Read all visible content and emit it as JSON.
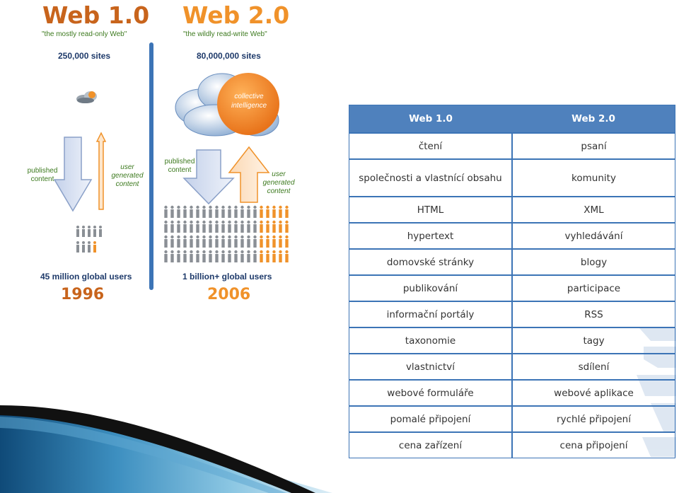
{
  "web1": {
    "title": "Web 1.0",
    "tagline": "\"the mostly read-only Web\"",
    "sites": "250,000 sites",
    "published": "published content",
    "user_generated": "user generated content",
    "users": "45 million global users",
    "year": "1996"
  },
  "web2": {
    "title": "Web 2.0",
    "tagline": "\"the wildly read-write Web\"",
    "sites": "80,000,000 sites",
    "cloud_label": "collective intelligence",
    "published": "published content",
    "user_generated": "user generated content",
    "users": "1 billion+ global users",
    "year": "2006"
  },
  "table": {
    "headers": [
      "Web 1.0",
      "Web 2.0"
    ],
    "rows": [
      [
        "čtení",
        "psaní"
      ],
      [
        "společnosti a vlastnící obsahu",
        "komunity"
      ],
      [
        "HTML",
        "XML"
      ],
      [
        "hypertext",
        "vyhledávání"
      ],
      [
        "domovské stránky",
        "blogy"
      ],
      [
        "publikování",
        "participace"
      ],
      [
        "informační portály",
        "RSS"
      ],
      [
        "taxonomie",
        "tagy"
      ],
      [
        "vlastnictví",
        "sdílení"
      ],
      [
        "webové formuláře",
        "webové aplikace"
      ],
      [
        "pomalé připojení",
        "rychlé připojení"
      ],
      [
        "cena zařízení",
        "cena připojení"
      ]
    ]
  },
  "colors": {
    "web1_orange": "#c8641c",
    "web2_orange": "#f0922a",
    "blue": "#3c74b6",
    "header_blue": "#4f81bd",
    "green_text": "#3d7a1f"
  }
}
